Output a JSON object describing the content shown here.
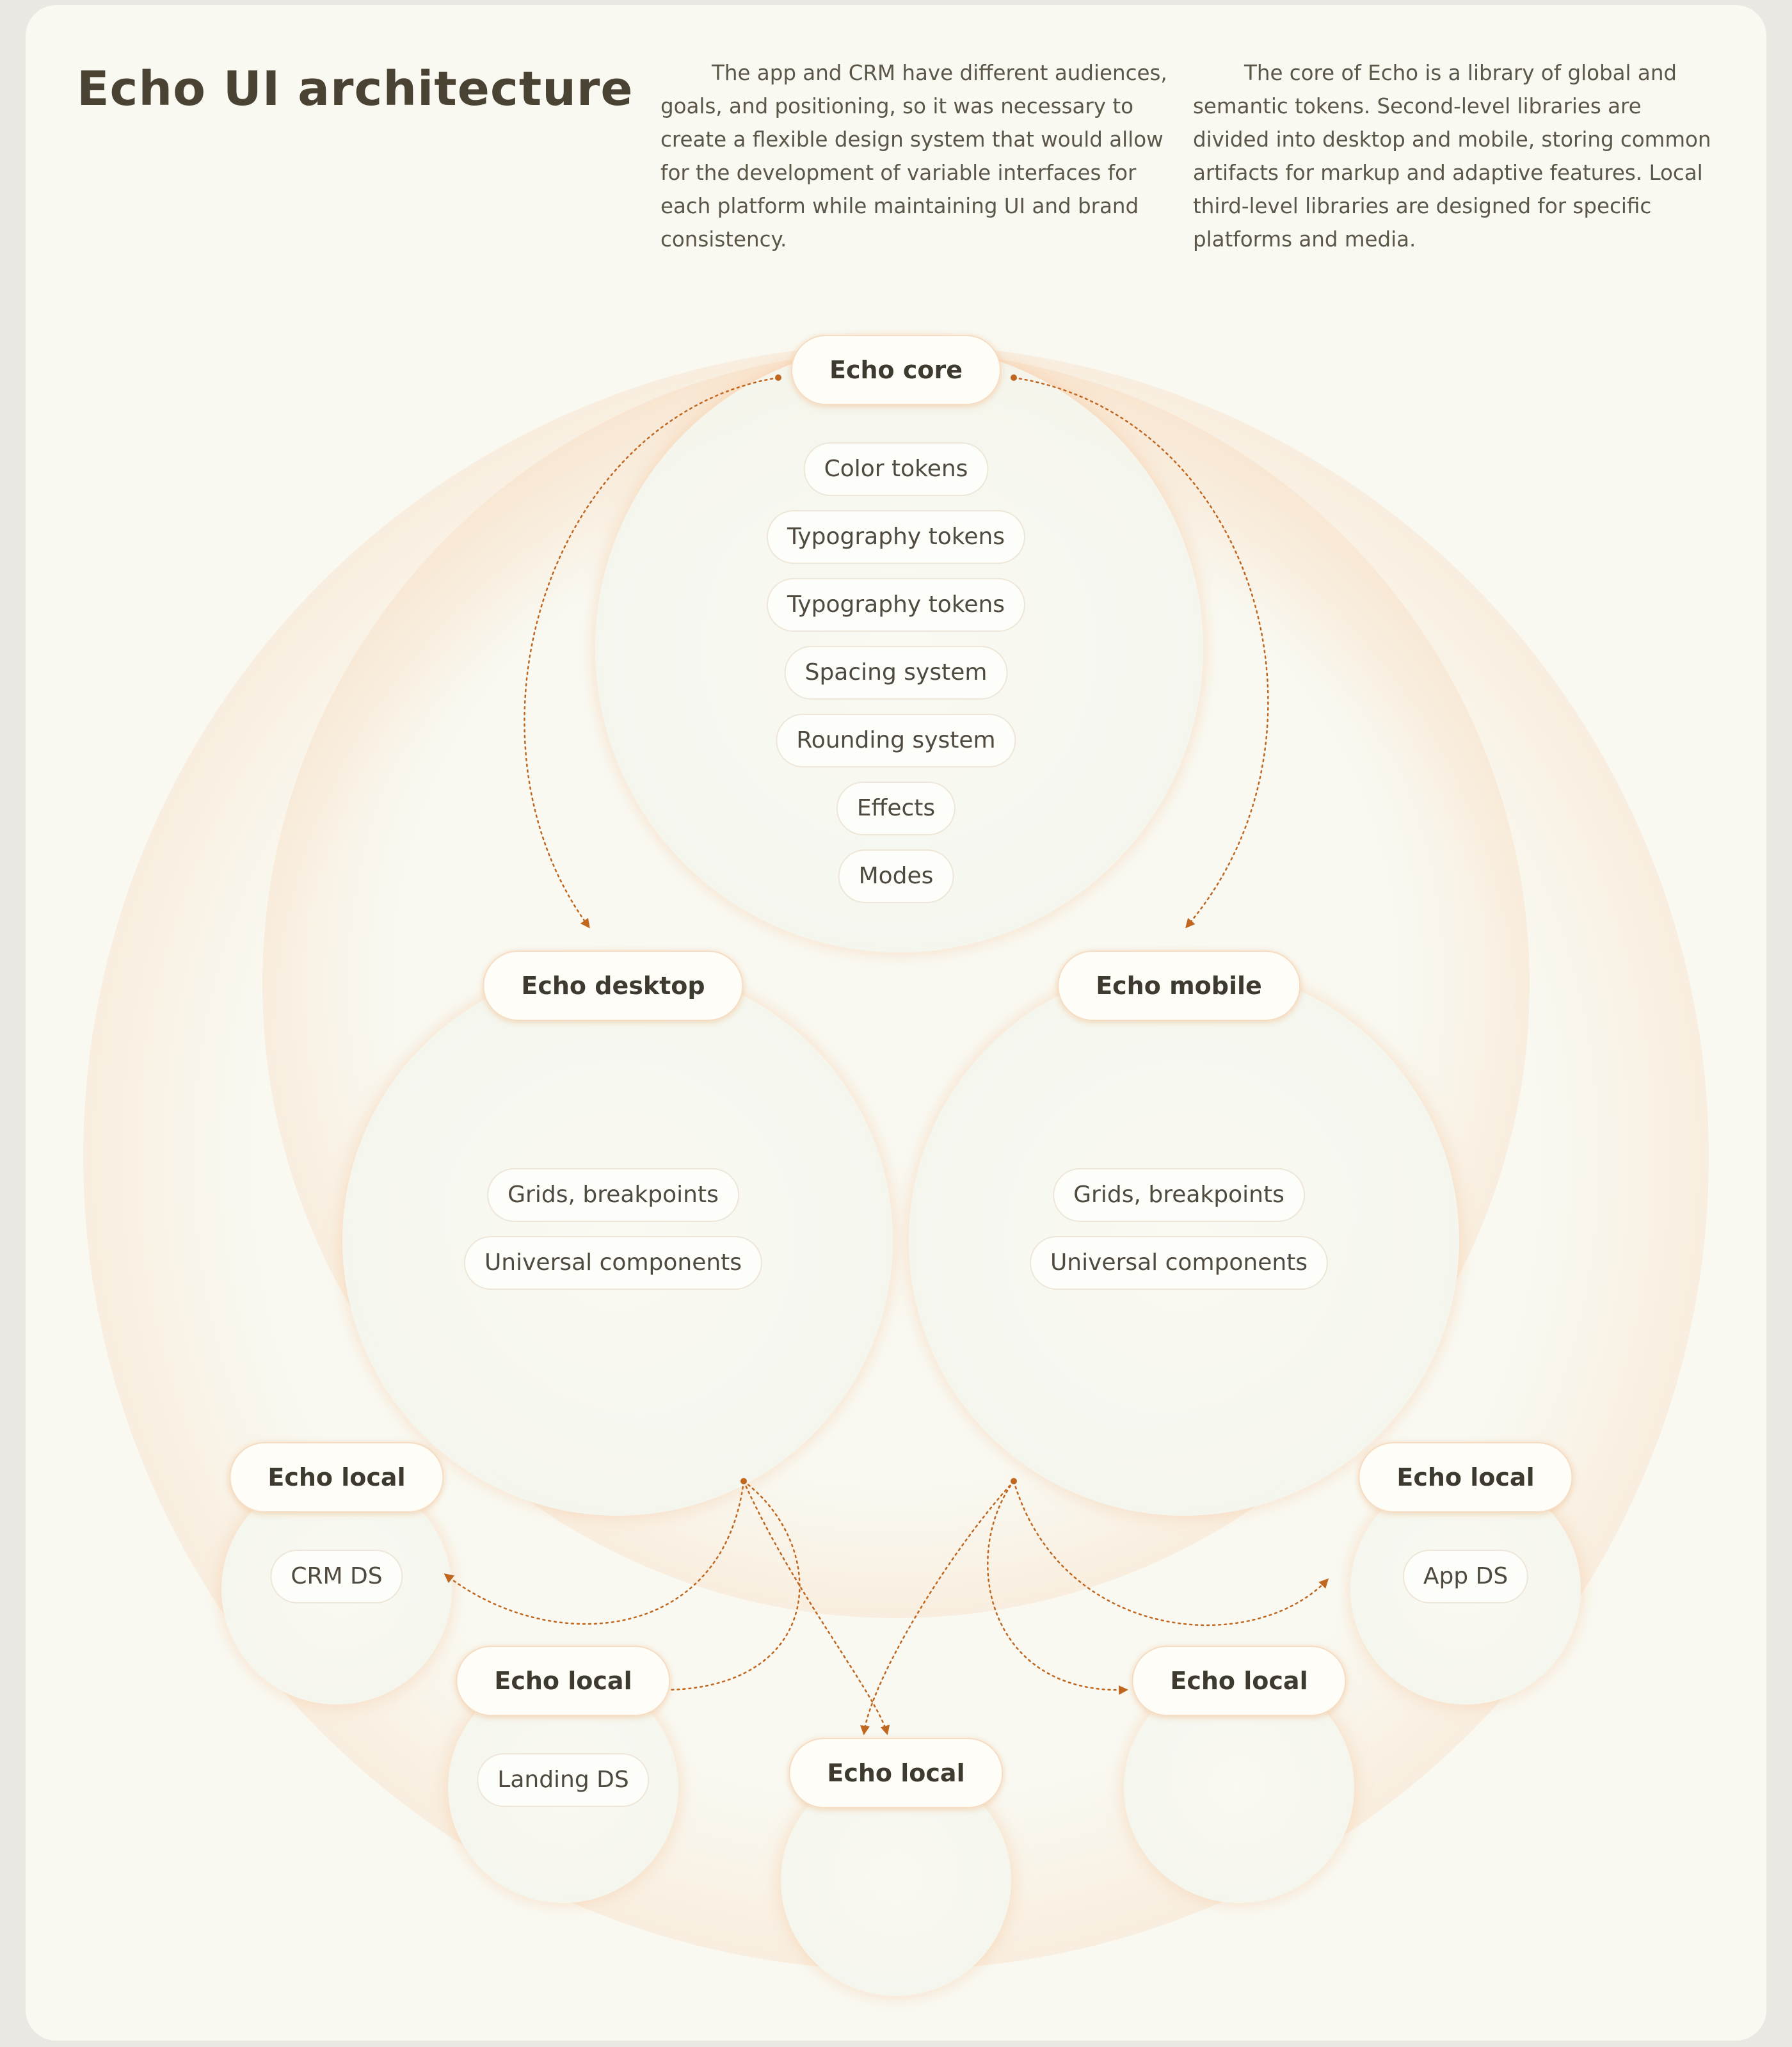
{
  "header": {
    "title": "Echo UI architecture",
    "description_left": "The app and CRM have different audiences, goals, and positioning, so it was necessary to create a flexible design system that would allow for the development of variable interfaces for each platform while maintaining UI and brand consistency.",
    "description_right": "The core of Echo is a library of global and semantic tokens. Second-level libraries are divided into desktop and mobile, storing common artifacts for markup and adaptive features. Local third-level libraries are designed for specific platforms and media."
  },
  "colors": {
    "background": "#f9f9f2",
    "ring_accent": "#f0a868",
    "arrow": "#c0661e",
    "text": "#4a4333"
  },
  "core": {
    "label": "Echo core",
    "items": [
      "Color tokens",
      "Typography tokens",
      "Typography tokens",
      "Spacing system",
      "Rounding system",
      "Effects",
      "Modes"
    ]
  },
  "desktop": {
    "label": "Echo desktop",
    "items": [
      "Grids, breakpoints",
      "Universal components"
    ]
  },
  "mobile": {
    "label": "Echo mobile",
    "items": [
      "Grids, breakpoints",
      "Universal components"
    ]
  },
  "locals": [
    {
      "label": "Echo local",
      "item": "CRM DS"
    },
    {
      "label": "Echo local",
      "item": "Landing DS"
    },
    {
      "label": "Echo local",
      "item": ""
    },
    {
      "label": "Echo local",
      "item": ""
    },
    {
      "label": "Echo local",
      "item": "App DS"
    }
  ]
}
